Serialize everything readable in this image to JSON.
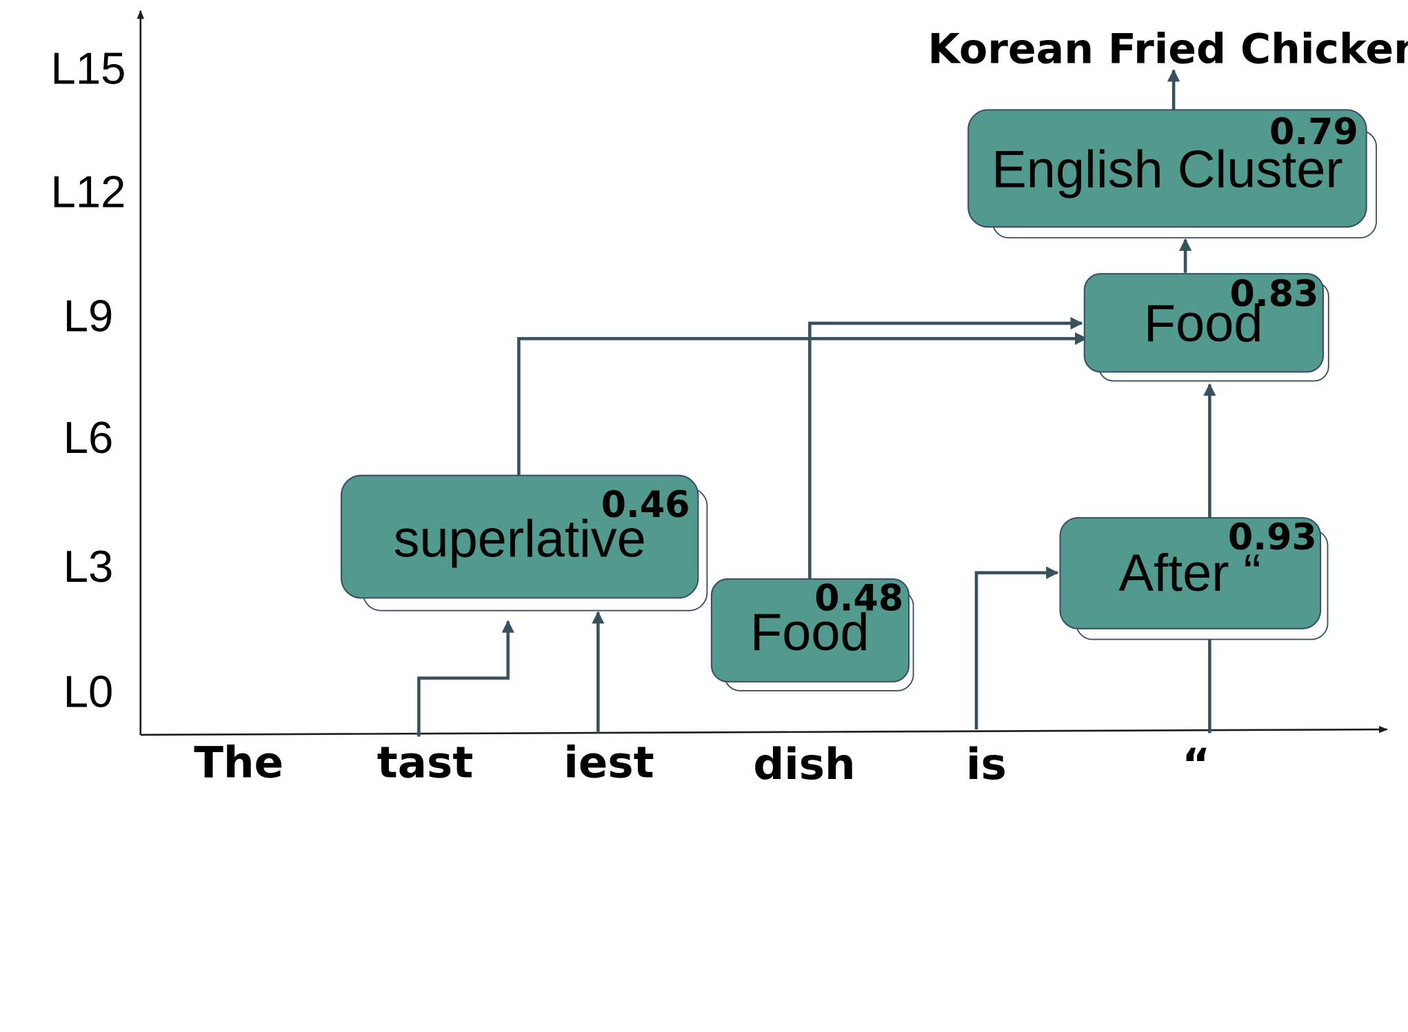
{
  "layers": [
    "L15",
    "L12",
    "L9",
    "L6",
    "L3",
    "L0"
  ],
  "tokens": [
    "The",
    "tast",
    "iest",
    "dish",
    "is",
    "“"
  ],
  "features": [
    {
      "label": "superlative",
      "score": "0.46"
    },
    {
      "label": "Food",
      "score": "0.48"
    },
    {
      "label": "After “",
      "score": "0.93"
    },
    {
      "label": "Food",
      "score": "0.83"
    },
    {
      "label": "English Cluster",
      "score": "0.79"
    }
  ],
  "output": {
    "label": "Korean Fried Chicken"
  },
  "colors": {
    "node_fill": "#529a8e",
    "node_border": "#3a4e6a",
    "connector": "#37525c",
    "axis": "#1c1c1c"
  }
}
